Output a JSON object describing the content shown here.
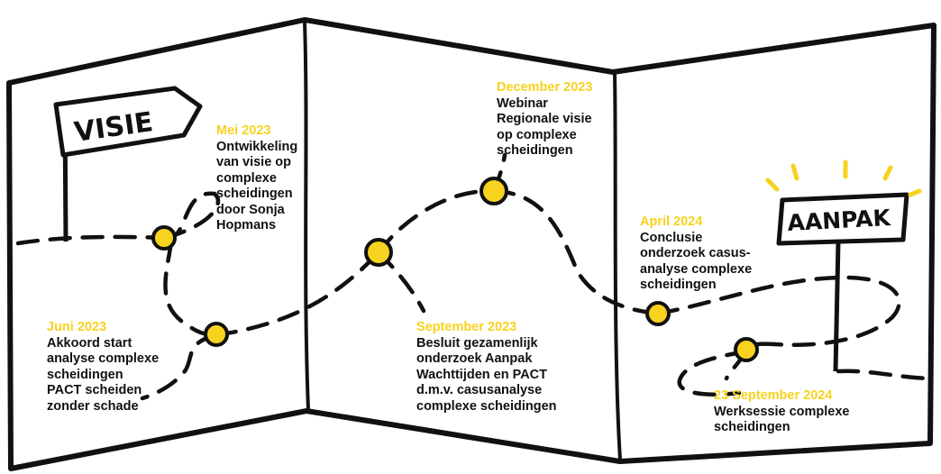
{
  "colors": {
    "accent_yellow": "#f7d21e",
    "ink": "#111111",
    "paper": "#ffffff"
  },
  "signs": {
    "visie": "VISIE",
    "aanpak": "AANPAK"
  },
  "milestones": [
    {
      "date": "Mei 2023",
      "text": "Ontwikkeling\nvan visie op\ncomplexe\nscheidingen\ndoor Sonja\nHopmans"
    },
    {
      "date": "Juni 2023",
      "text": "Akkoord start\nanalyse complexe\nscheidingen\nPACT scheiden\nzonder schade"
    },
    {
      "date": "September 2023",
      "text": "Besluit gezamenlijk\nonderzoek Aanpak\nWachttijden en PACT\nd.m.v. casusanalyse\ncomplexe scheidingen"
    },
    {
      "date": "December 2023",
      "text": "Webinar\nRegionale visie\nop complexe\nscheidingen"
    },
    {
      "date": "April 2024",
      "text": "Conclusie\nonderzoek casus-\nanalyse complexe\nscheidingen"
    },
    {
      "date": "23 September 2024",
      "text": "Werksessie complexe\nscheidingen"
    }
  ]
}
